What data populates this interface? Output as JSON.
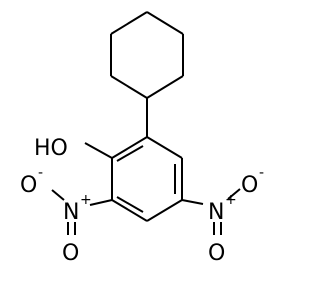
{
  "molecule": {
    "atoms": {
      "hydroxyl": "HO",
      "nitro_left_n": "N",
      "nitro_left_n_charge": "+",
      "nitro_left_o_top": "O",
      "nitro_left_o_top_charge": "-",
      "nitro_left_o_bottom": "O",
      "nitro_right_n": "N",
      "nitro_right_n_charge": "+",
      "nitro_right_o_top": "O",
      "nitro_right_o_top_charge": "-",
      "nitro_right_o_bottom": "O"
    }
  }
}
